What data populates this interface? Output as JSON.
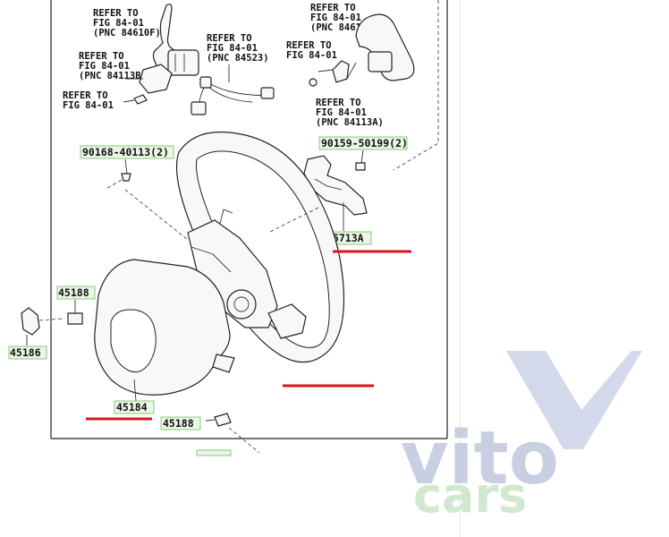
{
  "callouts": {
    "refer_84610f": [
      "REFER TO",
      "FIG 84-01",
      "(PNC 84610F)"
    ],
    "refer_84113b": [
      "REFER TO",
      "FIG 84-01",
      "(PNC 84113B)"
    ],
    "refer_left": [
      "REFER TO",
      "FIG 84-01"
    ],
    "refer_84523": [
      "REFER TO",
      "FIG 84-01",
      "(PNC 84523)"
    ],
    "refer_right_84610f": [
      "REFER TO",
      "FIG 84-01",
      "(PNC 84610F)"
    ],
    "refer_right": [
      "REFER TO",
      "FIG 84-01"
    ],
    "refer_84113a": [
      "REFER TO",
      "FIG 84-01",
      "(PNC 84113A)"
    ]
  },
  "parts": {
    "p90168": "90168-40113(2)",
    "p90159": "90159-50199(2)",
    "p45713a": "45713A",
    "p45188_top": "45188",
    "p45186": "45186",
    "p45184": "45184",
    "p45188_bottom": "45188"
  },
  "colors": {
    "highlight_red": "#d9161c",
    "part_number_box": "#eaf6e6"
  },
  "watermark": {
    "brand_top": "vito",
    "brand_bottom": "cars"
  }
}
